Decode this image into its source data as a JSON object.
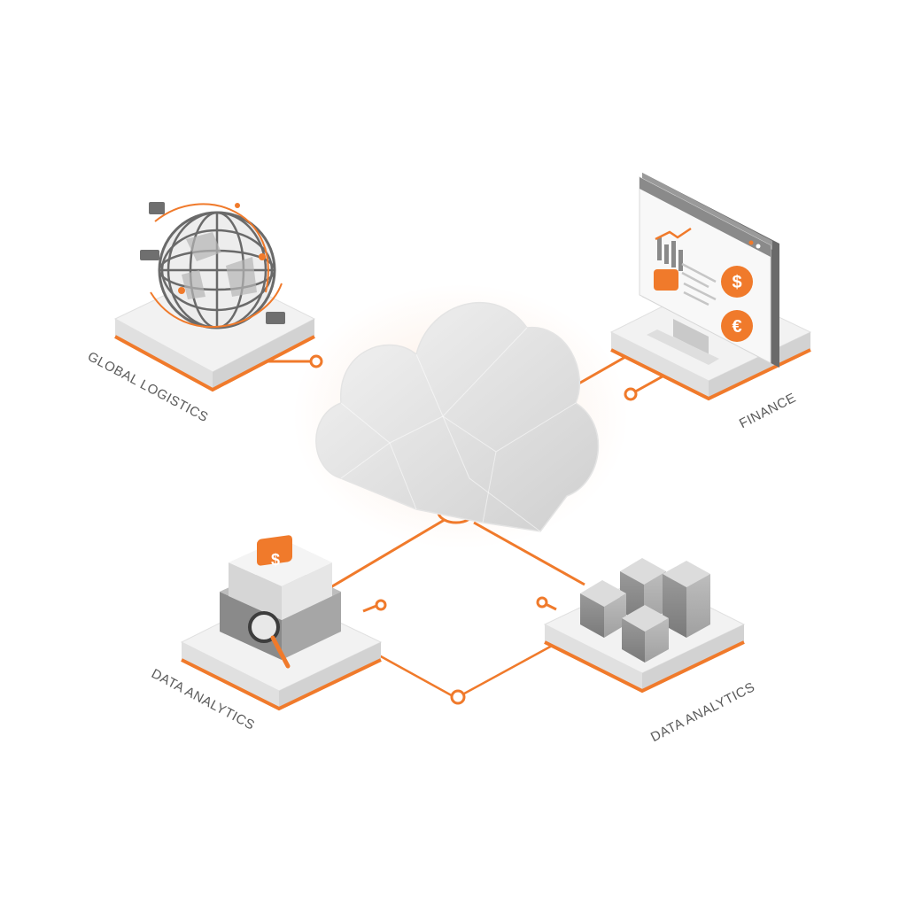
{
  "diagram": {
    "hub": {
      "name": "cloud"
    },
    "nodes": [
      {
        "id": "global-logistics",
        "label": "GLOBAL LOGISTICS",
        "icon": "globe-icon"
      },
      {
        "id": "finance",
        "label": "FINANCE",
        "icon": "monitor-icon"
      },
      {
        "id": "data-analytics-left",
        "label": "DATA ANALYTICS",
        "icon": "server-magnifier-icon"
      },
      {
        "id": "data-analytics-right",
        "label": "DATA ANALYTICS",
        "icon": "cubes-icon"
      }
    ]
  },
  "colors": {
    "accent": "#f07a2b",
    "platform_top": "#f2f2f2",
    "platform_side": "#dcdcdc",
    "text": "#5a5a5a"
  }
}
